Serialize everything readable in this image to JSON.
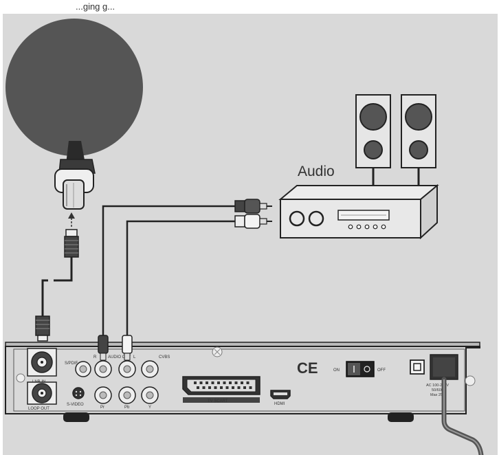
{
  "top_caption": "...ging g...",
  "labels": {
    "audio": "Audio",
    "lnb_in": "LNB IN",
    "loop_out": "LOOP OUT",
    "spdif": "S/PDIF",
    "svideo": "S-VIDEO",
    "audio_r": "R",
    "audio_out": "AUDIO OUT",
    "audio_l": "L",
    "cvbs": "CVBS",
    "pr": "Pr",
    "pb": "Pb",
    "y": "Y",
    "tv_scart": "TV SCART",
    "hdmi": "HDMI",
    "ce": "CE",
    "switch_on": "ON",
    "switch_off": "OFF",
    "ac_line1": "AC 100-240V",
    "ac_line2": "50/60Hz",
    "ac_line3": "Max 25W"
  },
  "colors": {
    "background": "#d9d9d9",
    "dish": "#555555",
    "line": "#333333",
    "panel": "#d4d4d4"
  }
}
